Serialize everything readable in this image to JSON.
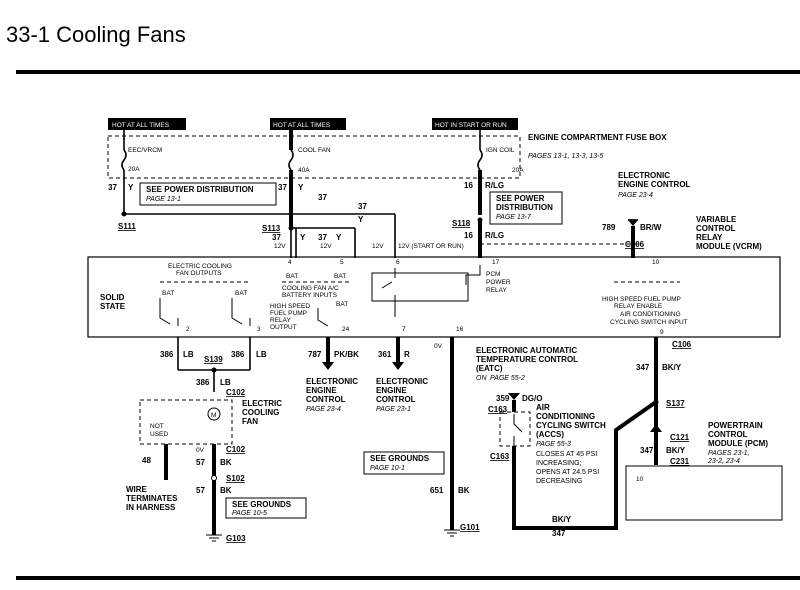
{
  "page": {
    "title": "33-1 Cooling Fans"
  },
  "hot": {
    "h1": "HOT AT ALL TIMES",
    "h2": "HOT AT ALL TIMES",
    "h3": "HOT IN START OR RUN"
  },
  "fuse_box": {
    "label": "ENGINE COMPARTMENT FUSE BOX",
    "pages": "PAGES 13-1, 13-3, 13-5",
    "fuse1_name": "EEC/VRCM",
    "fuse1_amp": "20A",
    "fuse2_name": "COOL FAN",
    "fuse2_amp": "40A",
    "fuse3_name": "IGN COIL",
    "fuse3_amp": "20A"
  },
  "wires": {
    "w37": "37",
    "y": "Y",
    "w16": "16",
    "rlg": "R/LG",
    "w789": "789",
    "brw": "BR/W",
    "w386": "386",
    "lb": "LB",
    "w787": "787",
    "pkbk": "PK/BK",
    "w361": "361",
    "r": "R",
    "w48": "48",
    "w57": "57",
    "bk": "BK",
    "w651": "651",
    "w347": "347",
    "bky": "BK/Y",
    "w359": "359",
    "dgo": "DG/O",
    "ov": "0V",
    "v12": "12V",
    "start_run": "12V (START OR RUN)"
  },
  "splices": {
    "s111": "S111",
    "s113": "S113",
    "s118": "S118",
    "s139": "S139",
    "s102": "S102",
    "s137": "S137"
  },
  "connectors": {
    "c106": "C106",
    "c102": "C102",
    "c163": "C163",
    "c121": "C121",
    "c231": "C231"
  },
  "grounds": {
    "g103": "G103",
    "g101": "G101"
  },
  "refs": {
    "pd1": "SEE POWER DISTRIBUTION",
    "pd1p": "PAGE 13-1",
    "pd2a": "SEE POWER",
    "pd2b": "DISTRIBUTION",
    "pd2p": "PAGE 13-7",
    "gr1": "SEE GROUNDS",
    "gr1p": "PAGE 10-1",
    "gr2": "SEE GROUNDS",
    "gr2p": "PAGE 10-5"
  },
  "eec": {
    "l1": "ELECTRONIC",
    "l2": "ENGINE CONTROL",
    "page": "PAGE 23-4"
  },
  "vrcm": {
    "l1": "VARIABLE",
    "l2": "CONTROL",
    "l3": "RELAY",
    "l4": "MODULE (VCRM)"
  },
  "module": {
    "solid1": "SOLID",
    "solid2": "STATE",
    "efo1": "ELECTRIC COOLING",
    "efo2": "FAN OUTPUTS",
    "bat": "BAT",
    "cfi1": "COOLING FAN A/C",
    "cfi2": "BATTERY INPUTS",
    "hs1": "HIGH SPEED",
    "hs2": "FUEL PUMP",
    "hs3": "RELAY",
    "hs4": "OUTPUT",
    "pcm1": "PCM",
    "pcm2": "POWER",
    "pcm3": "RELAY",
    "hfp1": "HIGH SPEED FUEL PUMP",
    "hfp2": "RELAY ENABLE",
    "hfp3": "AIR CONDITIONING",
    "hfp4": "CYCLING SWITCH INPUT",
    "p2": "2",
    "p3": "3",
    "p24": "24",
    "p4": "4",
    "p5": "5",
    "p6": "6",
    "p7": "7",
    "p16": "16",
    "p17": "17",
    "p9": "9",
    "p10": "10"
  },
  "fan": {
    "l1": "ELECTRIC",
    "l2": "COOLING",
    "l3": "FAN",
    "notused1": "NOT",
    "notused2": "USED",
    "m": "M"
  },
  "wire_term": {
    "l1": "WIRE",
    "l2": "TERMINATES",
    "l3": "IN HARNESS"
  },
  "ec1": {
    "l1": "ELECTRONIC",
    "l2": "ENGINE",
    "l3": "CONTROL",
    "page": "PAGE 23-4"
  },
  "ec2": {
    "l1": "ELECTRONIC",
    "l2": "ENGINE",
    "l3": "CONTROL",
    "page": "PAGE 23-1"
  },
  "eatc": {
    "l1": "ELECTRONIC AUTOMATIC",
    "l2": "TEMPERATURE CONTROL",
    "l3": "(EATC)",
    "on": "ON",
    "page": "PAGE 55-2"
  },
  "accs": {
    "l1": "AIR",
    "l2": "CONDITIONING",
    "l3": "CYCLING SWITCH",
    "l4": "(ACCS)",
    "page": "PAGE 55-3",
    "d1": "CLOSES AT 45 PSI",
    "d2": "INCREASING;",
    "d3": "OPENS AT 24.5 PSI",
    "d4": "DECREASING"
  },
  "pcm": {
    "l1": "POWERTRAIN",
    "l2": "CONTROL",
    "l3": "MODULE (PCM)",
    "pages": "PAGES 23-1,",
    "pages2": "23-2, 23-4",
    "pin": "10"
  }
}
